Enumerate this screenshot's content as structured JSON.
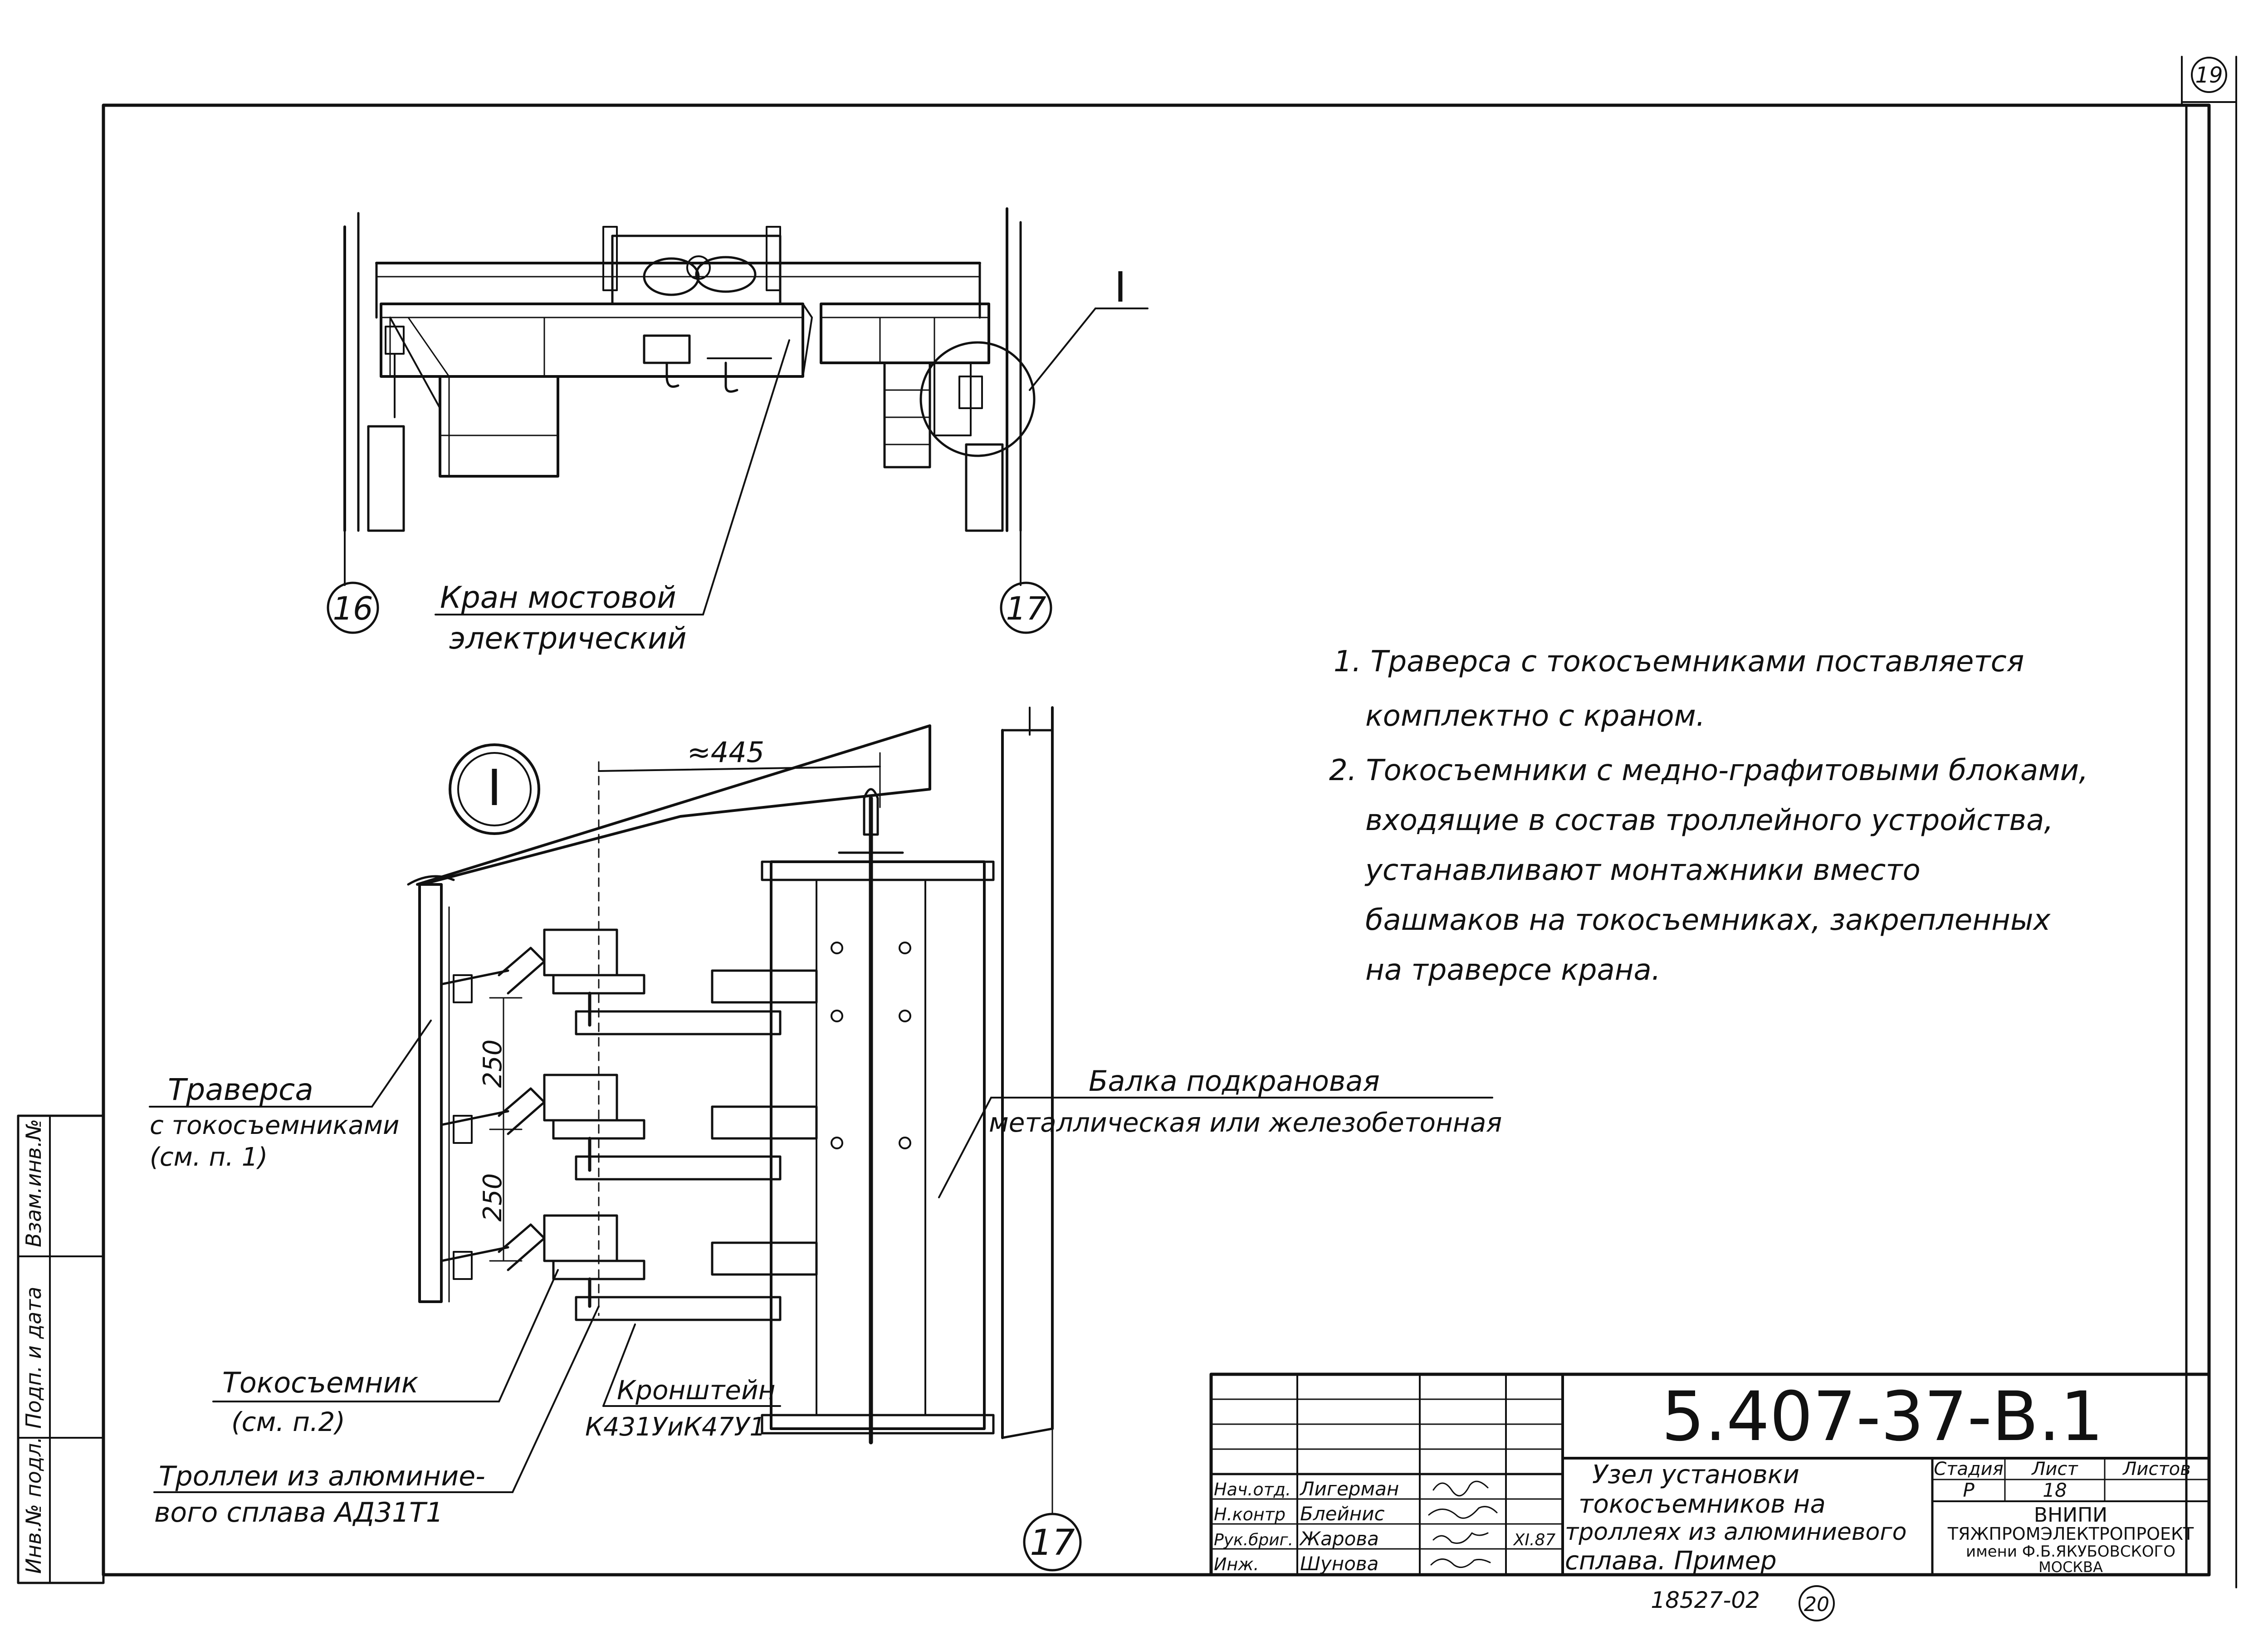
{
  "sheet_number": "19",
  "top_view": {
    "axis_left": "16",
    "axis_right": "17",
    "detail_mark": "I",
    "crane_label_line1": "Кран мостовой",
    "crane_label_line2": "электрический"
  },
  "detail_view": {
    "detail_mark": "I",
    "dimension_445": "≈445",
    "dimension_250_a": "250",
    "dimension_250_b": "250",
    "axis": "17",
    "traverse_label": "Траверса",
    "traverse_note_line1": "с токосъемниками",
    "traverse_note_line2": "(см. п. 1)",
    "beam_label": "Балка подкрановая",
    "beam_note": "металлическая или железобетонная",
    "collector_label": "Токосъемник",
    "collector_note": "(см. п.2)",
    "trolley_label_line1": "Троллеи из алюминие-",
    "trolley_label_line2": "вого сплава АД31Т1",
    "bracket_label": "Кронштейн",
    "bracket_codes": "К431УиК47У1"
  },
  "notes": [
    "1. Траверса с токосъемниками поставляется",
    "комплектно с краном.",
    "2. Токосъемники с медно-графитовыми блоками,",
    "входящие в состав троллейного устройства,",
    "устанавливают монтажники вместо",
    "башмаков на токосъемниках, закрепленных",
    "на траверсе крана."
  ],
  "side_stamp": [
    "Инв.№ подл.",
    "Подп. и дата",
    "Взам.инв.№"
  ],
  "title_block": {
    "doc_code": "5.407-37-В.1",
    "title_lines": [
      "Узел установки",
      "токосъемников на",
      "троллеях из алюминиевого",
      "сплава. Пример"
    ],
    "stage_header": "Стадия",
    "sheet_header": "Лист",
    "sheets_header": "Листов",
    "stage_value": "Р",
    "sheet_value": "18",
    "org_line1": "ВНИПИ",
    "org_line2": "ТЯЖПРОМЭЛЕКТРОПРОЕКТ",
    "org_line3": "имени Ф.Б.ЯКУБОВСКОГО",
    "org_line4": "МОСКВА",
    "date": "XI.87",
    "staff": [
      {
        "role": "Нач.отд.",
        "name": "Лигерман"
      },
      {
        "role": "Н.контр",
        "name": "Блейнис"
      },
      {
        "role": "Рук.бриг.",
        "name": "Жарова"
      },
      {
        "role": "Инж.",
        "name": "Шунова"
      }
    ]
  },
  "archive_number": "18527-02",
  "archive_sheet": "20"
}
